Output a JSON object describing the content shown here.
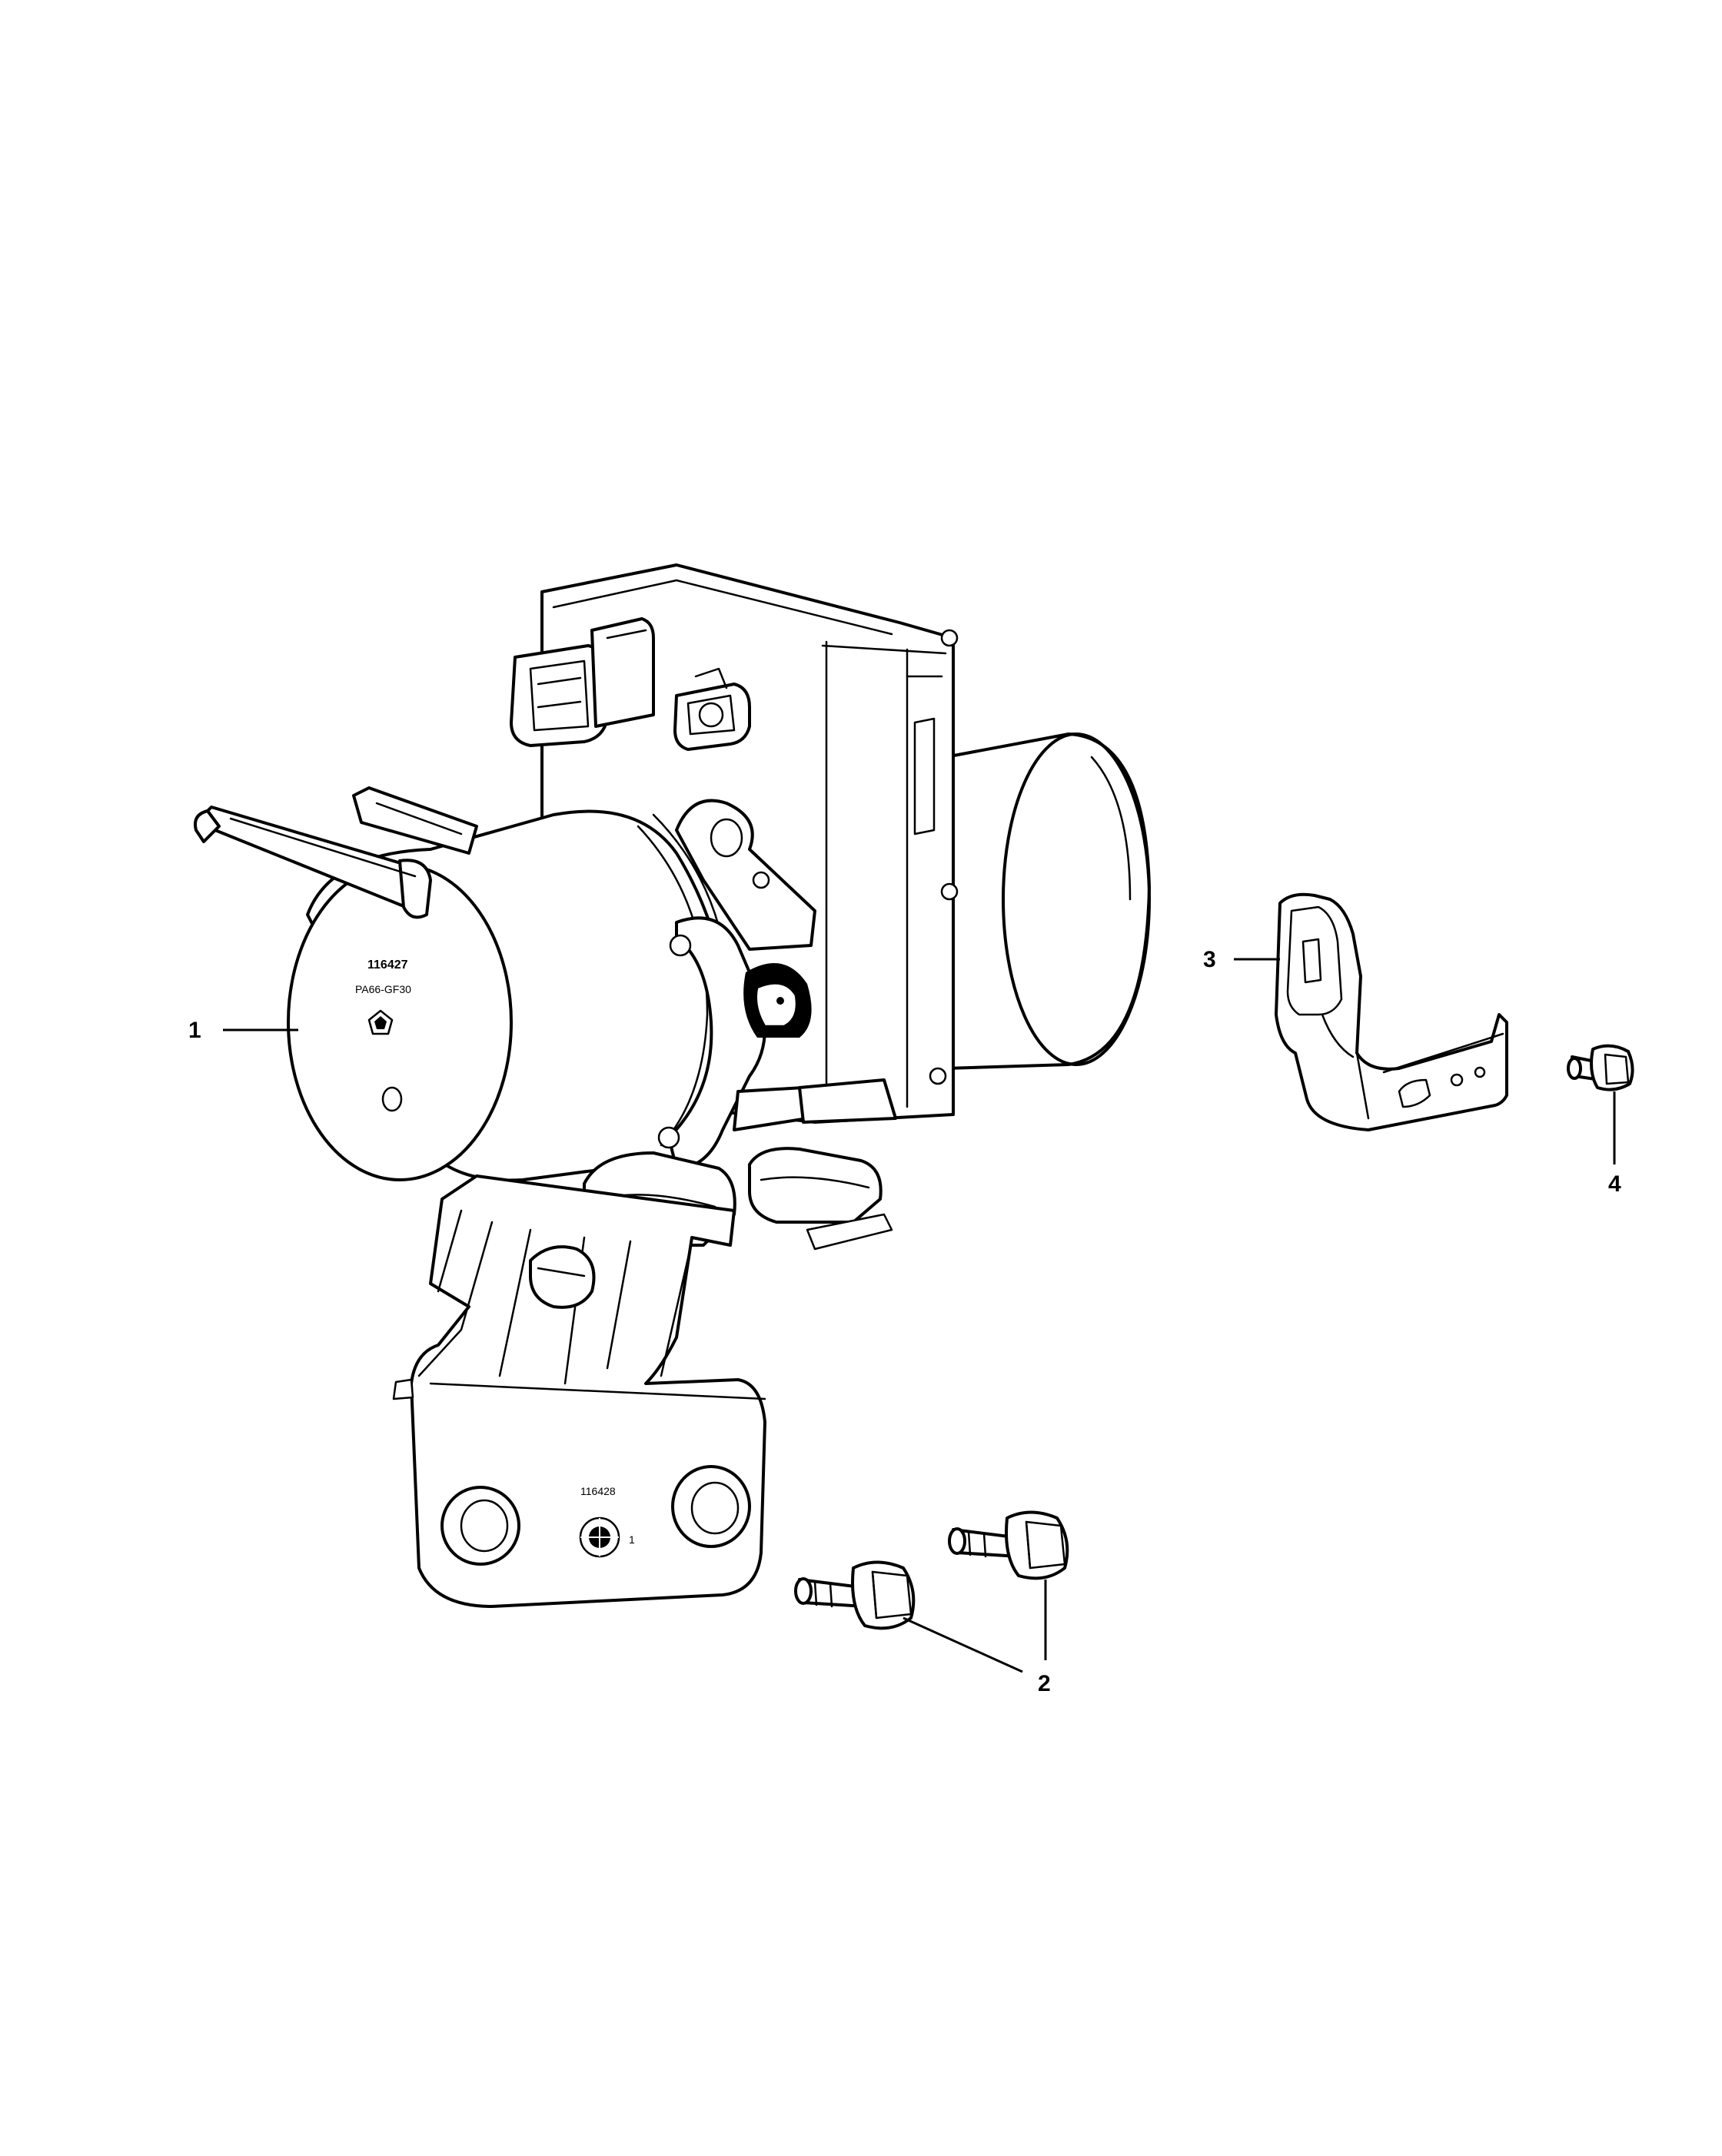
{
  "callouts": {
    "c1": "1",
    "c2": "2",
    "c3": "3",
    "c4": "4"
  },
  "markings": {
    "pump_part_number": "116427",
    "pump_material": "PA66-GF30",
    "bracket_part_number": "116428",
    "bracket_mark": "1"
  },
  "icons": {
    "brand_logo": "pentastar-logo-icon",
    "recycle_date_stamp": "date-stamp-icon"
  }
}
